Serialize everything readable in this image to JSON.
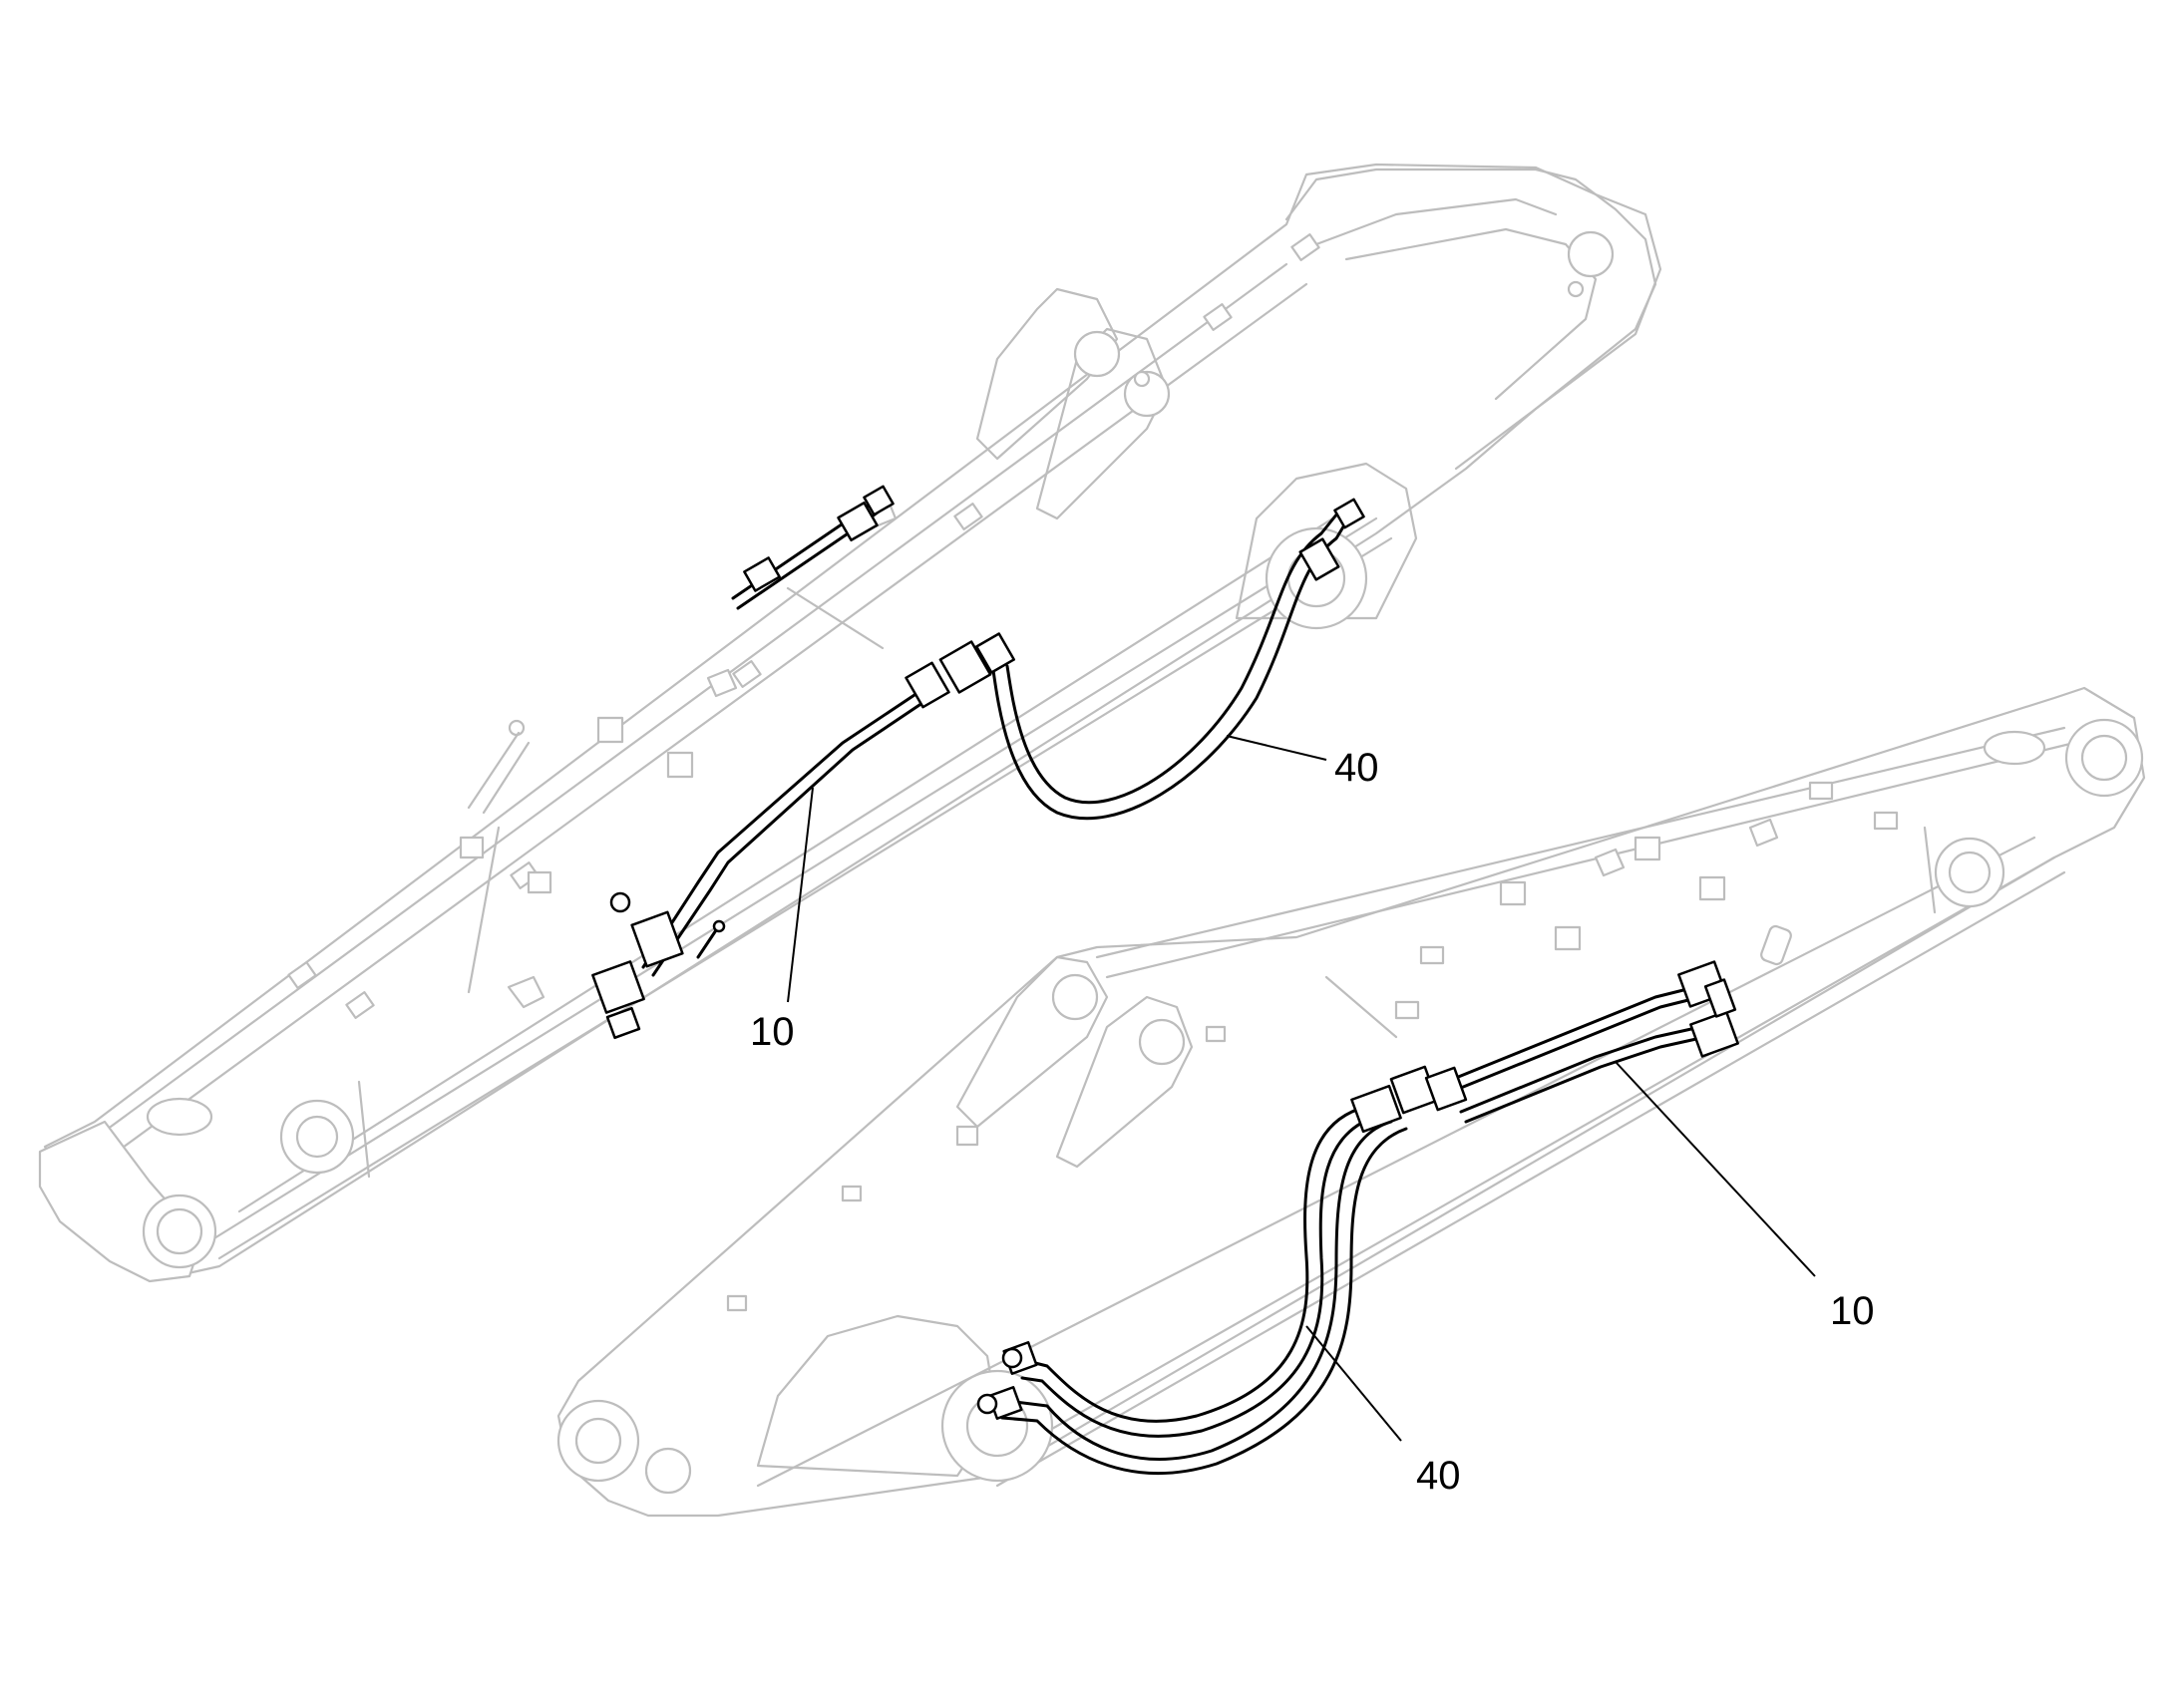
{
  "callouts": {
    "upper_hose": "40",
    "upper_pipe": "10",
    "lower_pipe": "10",
    "lower_hose": "40"
  },
  "colors": {
    "line_art": "#000000",
    "ghost_structure": "#bdbdbd",
    "background": "#ffffff"
  }
}
